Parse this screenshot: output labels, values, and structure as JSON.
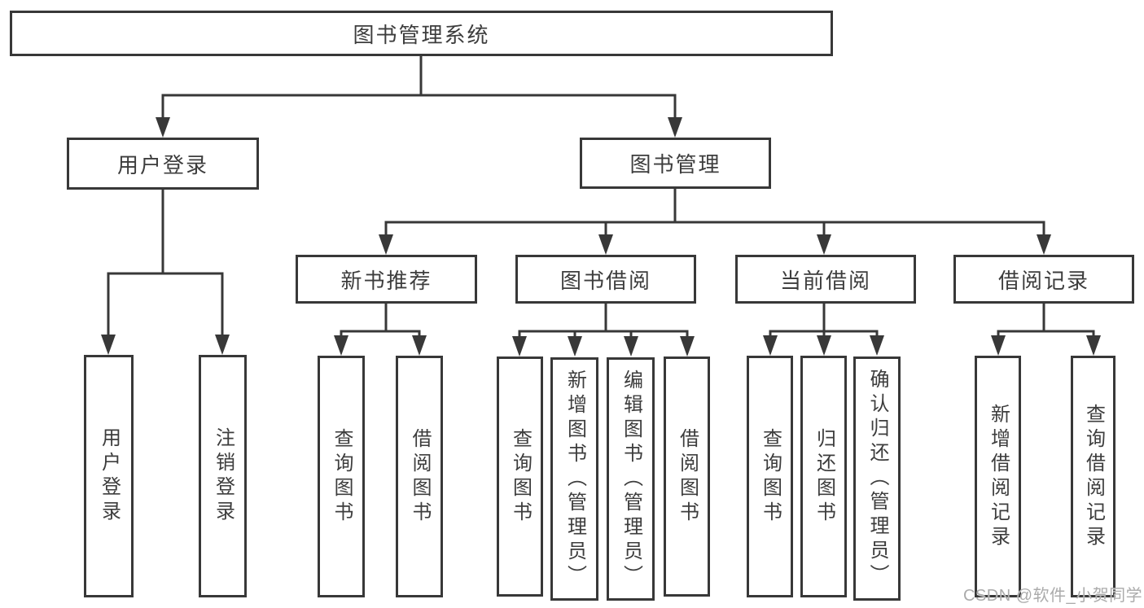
{
  "root": {
    "label": "图书管理系统"
  },
  "level2": [
    {
      "label": "用户登录"
    },
    {
      "label": "图书管理"
    }
  ],
  "level3": [
    {
      "label": "新书推荐"
    },
    {
      "label": "图书借阅"
    },
    {
      "label": "当前借阅"
    },
    {
      "label": "借阅记录"
    }
  ],
  "leaves": [
    {
      "label": "用户登录"
    },
    {
      "label": "注销登录"
    },
    {
      "label": "查询图书"
    },
    {
      "label": "借阅图书"
    },
    {
      "label": "查询图书"
    },
    {
      "label": "新增图书（管理员）"
    },
    {
      "label": "编辑图书（管理员）"
    },
    {
      "label": "借阅图书"
    },
    {
      "label": "查询图书"
    },
    {
      "label": "归还图书"
    },
    {
      "label": "确认归还（管理员）"
    },
    {
      "label": "新增借阅记录"
    },
    {
      "label": "查询借阅记录"
    }
  ],
  "watermark": {
    "text": "CSDN @软件_小贺同学"
  },
  "colors": {
    "border": "#383838",
    "line": "#383838",
    "text": "#3d3d3d",
    "watermark": "#ababab"
  }
}
